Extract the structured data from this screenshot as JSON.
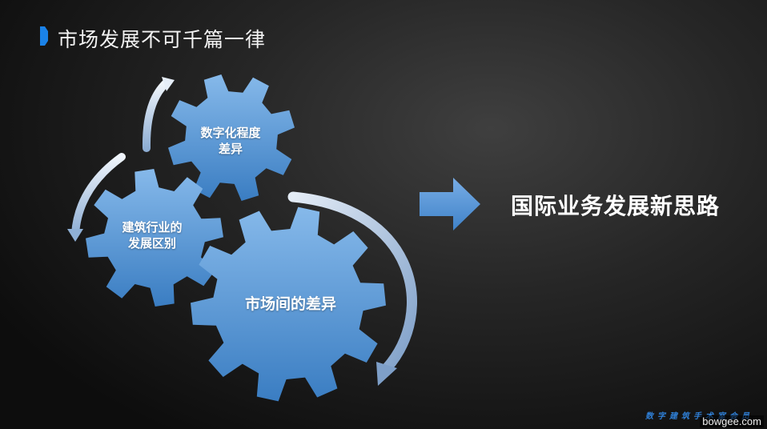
{
  "slide": {
    "title": "市场发展不可千篇一律",
    "gear_top_line1": "数字化程度",
    "gear_top_line2": "差异",
    "gear_left_line1": "建筑行业的",
    "gear_left_line2": "发展区别",
    "gear_big": "市场间的差异",
    "result": "国际业务发展新思路",
    "footer": "数字建筑手术室会员",
    "watermark": "bowgee.com"
  },
  "colors": {
    "accent": "#1a82e8",
    "gear_light": "#7fb3e6",
    "gear_dark": "#3b7fc4",
    "arrow_light": "#e6eef8",
    "arrow_dark": "#8fb0d6"
  }
}
